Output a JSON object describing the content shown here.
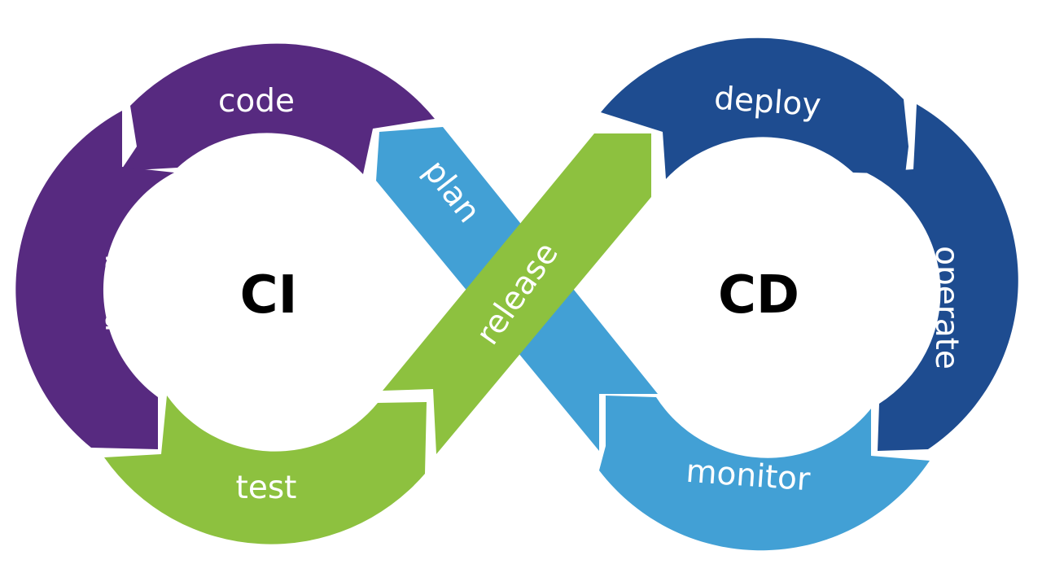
{
  "diagram": {
    "left_loop_label": "CI",
    "right_loop_label": "CD",
    "stages": {
      "code": "code",
      "build": "build",
      "test": "test",
      "plan": "plan",
      "release": "release",
      "deploy": "deploy",
      "operate": "operate",
      "monitor": "monitor"
    }
  },
  "colors": {
    "code": "#572A80",
    "build": "#572A80",
    "test": "#8DC13F",
    "release": "#8DC13F",
    "plan": "#42A0D5",
    "monitor": "#42A0D5",
    "deploy": "#1E4C90",
    "operate": "#1E4C90"
  }
}
